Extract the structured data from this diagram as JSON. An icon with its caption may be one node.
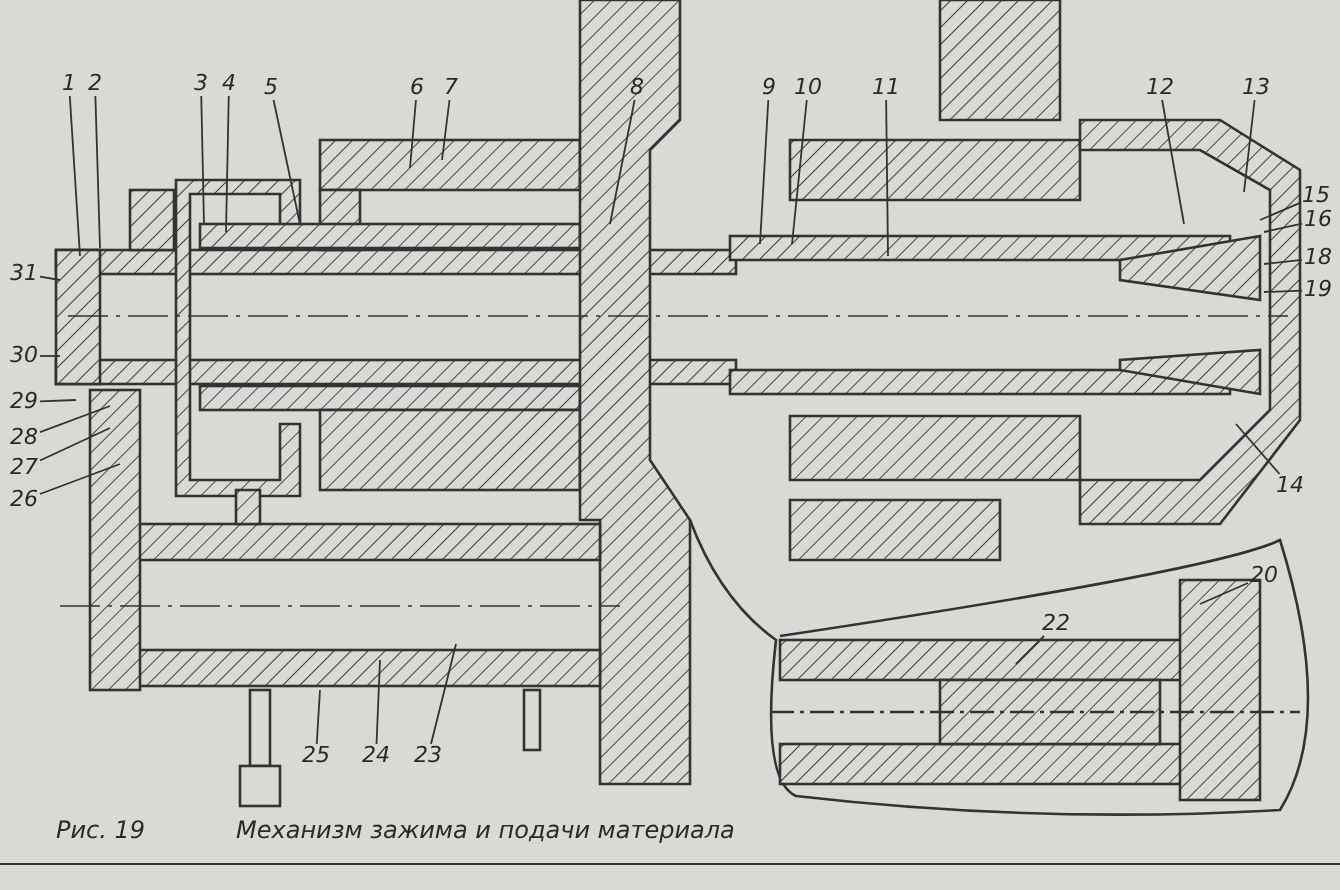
{
  "diagram": {
    "caption": "Механизм зажима и подачи материала",
    "nodes": [
      {
        "text": [
          "1"
        ]
      },
      {
        "text": [
          "2"
        ]
      },
      {
        "text": [
          "3"
        ]
      },
      {
        "text": [
          "4"
        ]
      },
      {
        "text": [
          "5"
        ]
      },
      {
        "text": [
          "6"
        ]
      },
      {
        "text": [
          "7"
        ]
      },
      {
        "text": [
          "8"
        ]
      },
      {
        "text": [
          "9"
        ]
      },
      {
        "text": [
          "10"
        ]
      },
      {
        "text": [
          "11"
        ]
      },
      {
        "text": [
          "12"
        ]
      },
      {
        "text": [
          "13"
        ]
      },
      {
        "text": [
          "15"
        ]
      },
      {
        "text": [
          "16"
        ]
      },
      {
        "text": [
          "18"
        ]
      },
      {
        "text": [
          "19"
        ]
      },
      {
        "text": [
          "31"
        ]
      },
      {
        "text": [
          "30"
        ]
      },
      {
        "text": [
          "29"
        ]
      },
      {
        "text": [
          "28"
        ]
      },
      {
        "text": [
          "27"
        ]
      },
      {
        "text": [
          "26"
        ]
      },
      {
        "text": [
          "14"
        ]
      },
      {
        "text": [
          "20"
        ]
      },
      {
        "text": [
          "22"
        ]
      },
      {
        "text": [
          "25"
        ]
      },
      {
        "text": [
          "24"
        ]
      },
      {
        "text": [
          "23"
        ]
      }
    ],
    "edges": [
      {
        "from": 0,
        "to": null,
        "arrow": "none"
      },
      {
        "from": 1,
        "to": null,
        "arrow": "none"
      },
      {
        "from": 2,
        "to": null,
        "arrow": "none"
      },
      {
        "from": 3,
        "to": null,
        "arrow": "none"
      },
      {
        "from": 4,
        "to": null,
        "arrow": "none"
      },
      {
        "from": 5,
        "to": null,
        "arrow": "none"
      },
      {
        "from": 6,
        "to": null,
        "arrow": "none"
      },
      {
        "from": 7,
        "to": null,
        "arrow": "none"
      },
      {
        "from": 8,
        "to": null,
        "arrow": "none"
      },
      {
        "from": 9,
        "to": null,
        "arrow": "none"
      },
      {
        "from": 10,
        "to": null,
        "arrow": "none"
      },
      {
        "from": 11,
        "to": null,
        "arrow": "none"
      },
      {
        "from": 12,
        "to": null,
        "arrow": "none"
      },
      {
        "from": 13,
        "to": null,
        "arrow": "none"
      },
      {
        "from": 14,
        "to": null,
        "arrow": "none"
      },
      {
        "from": 15,
        "to": null,
        "arrow": "none"
      },
      {
        "from": 16,
        "to": null,
        "arrow": "none"
      },
      {
        "from": 17,
        "to": null,
        "arrow": "none"
      },
      {
        "from": 18,
        "to": null,
        "arrow": "none"
      },
      {
        "from": 19,
        "to": null,
        "arrow": "none"
      },
      {
        "from": 20,
        "to": null,
        "arrow": "none"
      },
      {
        "from": 21,
        "to": null,
        "arrow": "none"
      },
      {
        "from": 22,
        "to": null,
        "arrow": "none"
      },
      {
        "from": 23,
        "to": null,
        "arrow": "none"
      },
      {
        "from": 24,
        "to": null,
        "arrow": "none"
      },
      {
        "from": 25,
        "to": null,
        "arrow": "none"
      },
      {
        "from": 26,
        "to": null,
        "arrow": "none"
      },
      {
        "from": 27,
        "to": null,
        "arrow": "none"
      },
      {
        "from": 28,
        "to": null,
        "arrow": "none"
      }
    ],
    "labels": [
      "Рис. 19"
    ]
  }
}
